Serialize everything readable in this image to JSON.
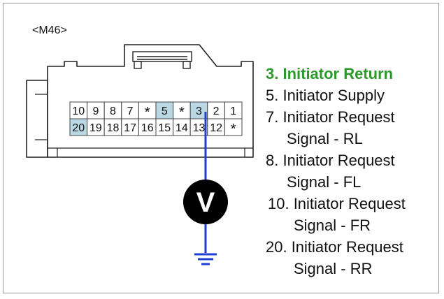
{
  "connector": {
    "label": "<M46>",
    "top_row": [
      "10",
      "9",
      "8",
      "7",
      "*",
      "5",
      "*",
      "3",
      "2",
      "1"
    ],
    "bottom_row": [
      "20",
      "19",
      "18",
      "17",
      "16",
      "15",
      "14",
      "13",
      "12",
      "*"
    ],
    "highlighted_pins": [
      "5",
      "3",
      "20"
    ],
    "highlight_color": "#b9d8e4"
  },
  "meter": {
    "symbol": "V"
  },
  "colors": {
    "probe_wire": "#1f3fd0",
    "accent": "#2b9a2b"
  },
  "legend": {
    "l1": "3. Initiator Return",
    "l2": "5. Initiator Supply",
    "l3": "7. Initiator Request",
    "l4": "Signal - RL",
    "l5": "8. Initiator Request",
    "l6": "Signal - FL",
    "l7": "10. Initiator Request",
    "l8": "Signal - FR",
    "l9": "20. Initiator Request",
    "l10": "Signal - RR"
  }
}
